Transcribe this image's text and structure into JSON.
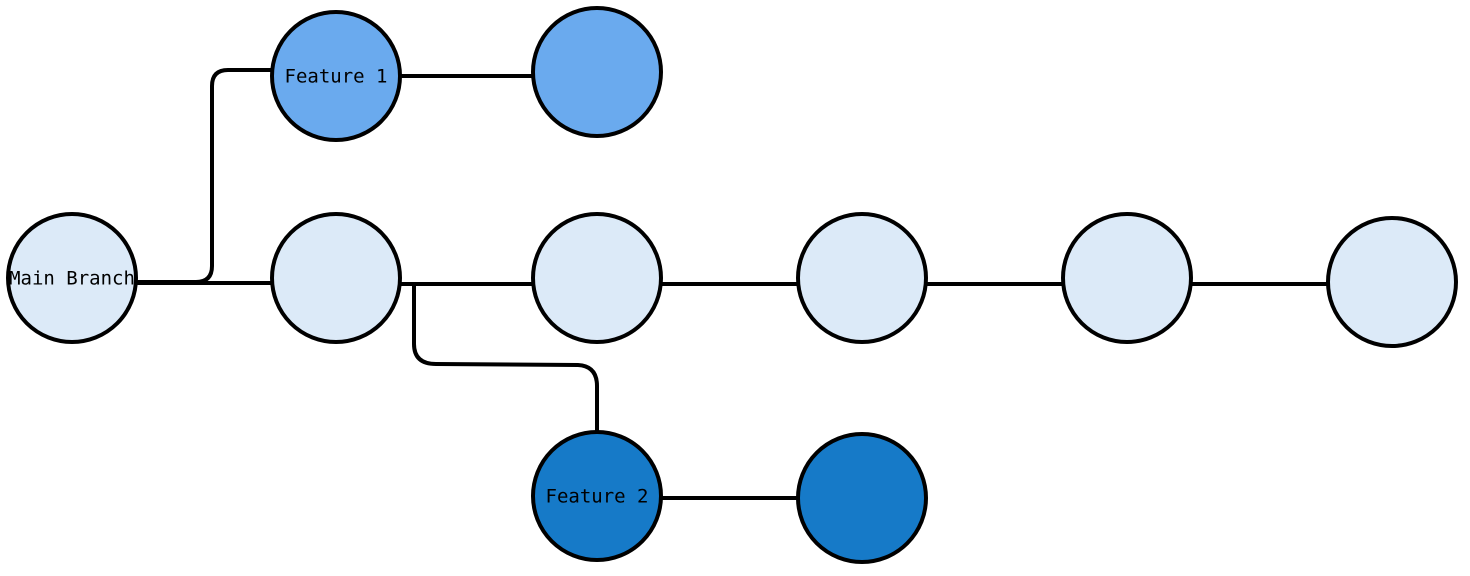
{
  "diagram": {
    "colors": {
      "main": "#dceaf8",
      "feature1": "#6aaaee",
      "feature2": "#167ac8",
      "stroke": "#000000",
      "background": "#ffffff"
    },
    "labels": {
      "main": "Main Branch",
      "feature1": "Feature 1",
      "feature2": "Feature 2"
    }
  }
}
